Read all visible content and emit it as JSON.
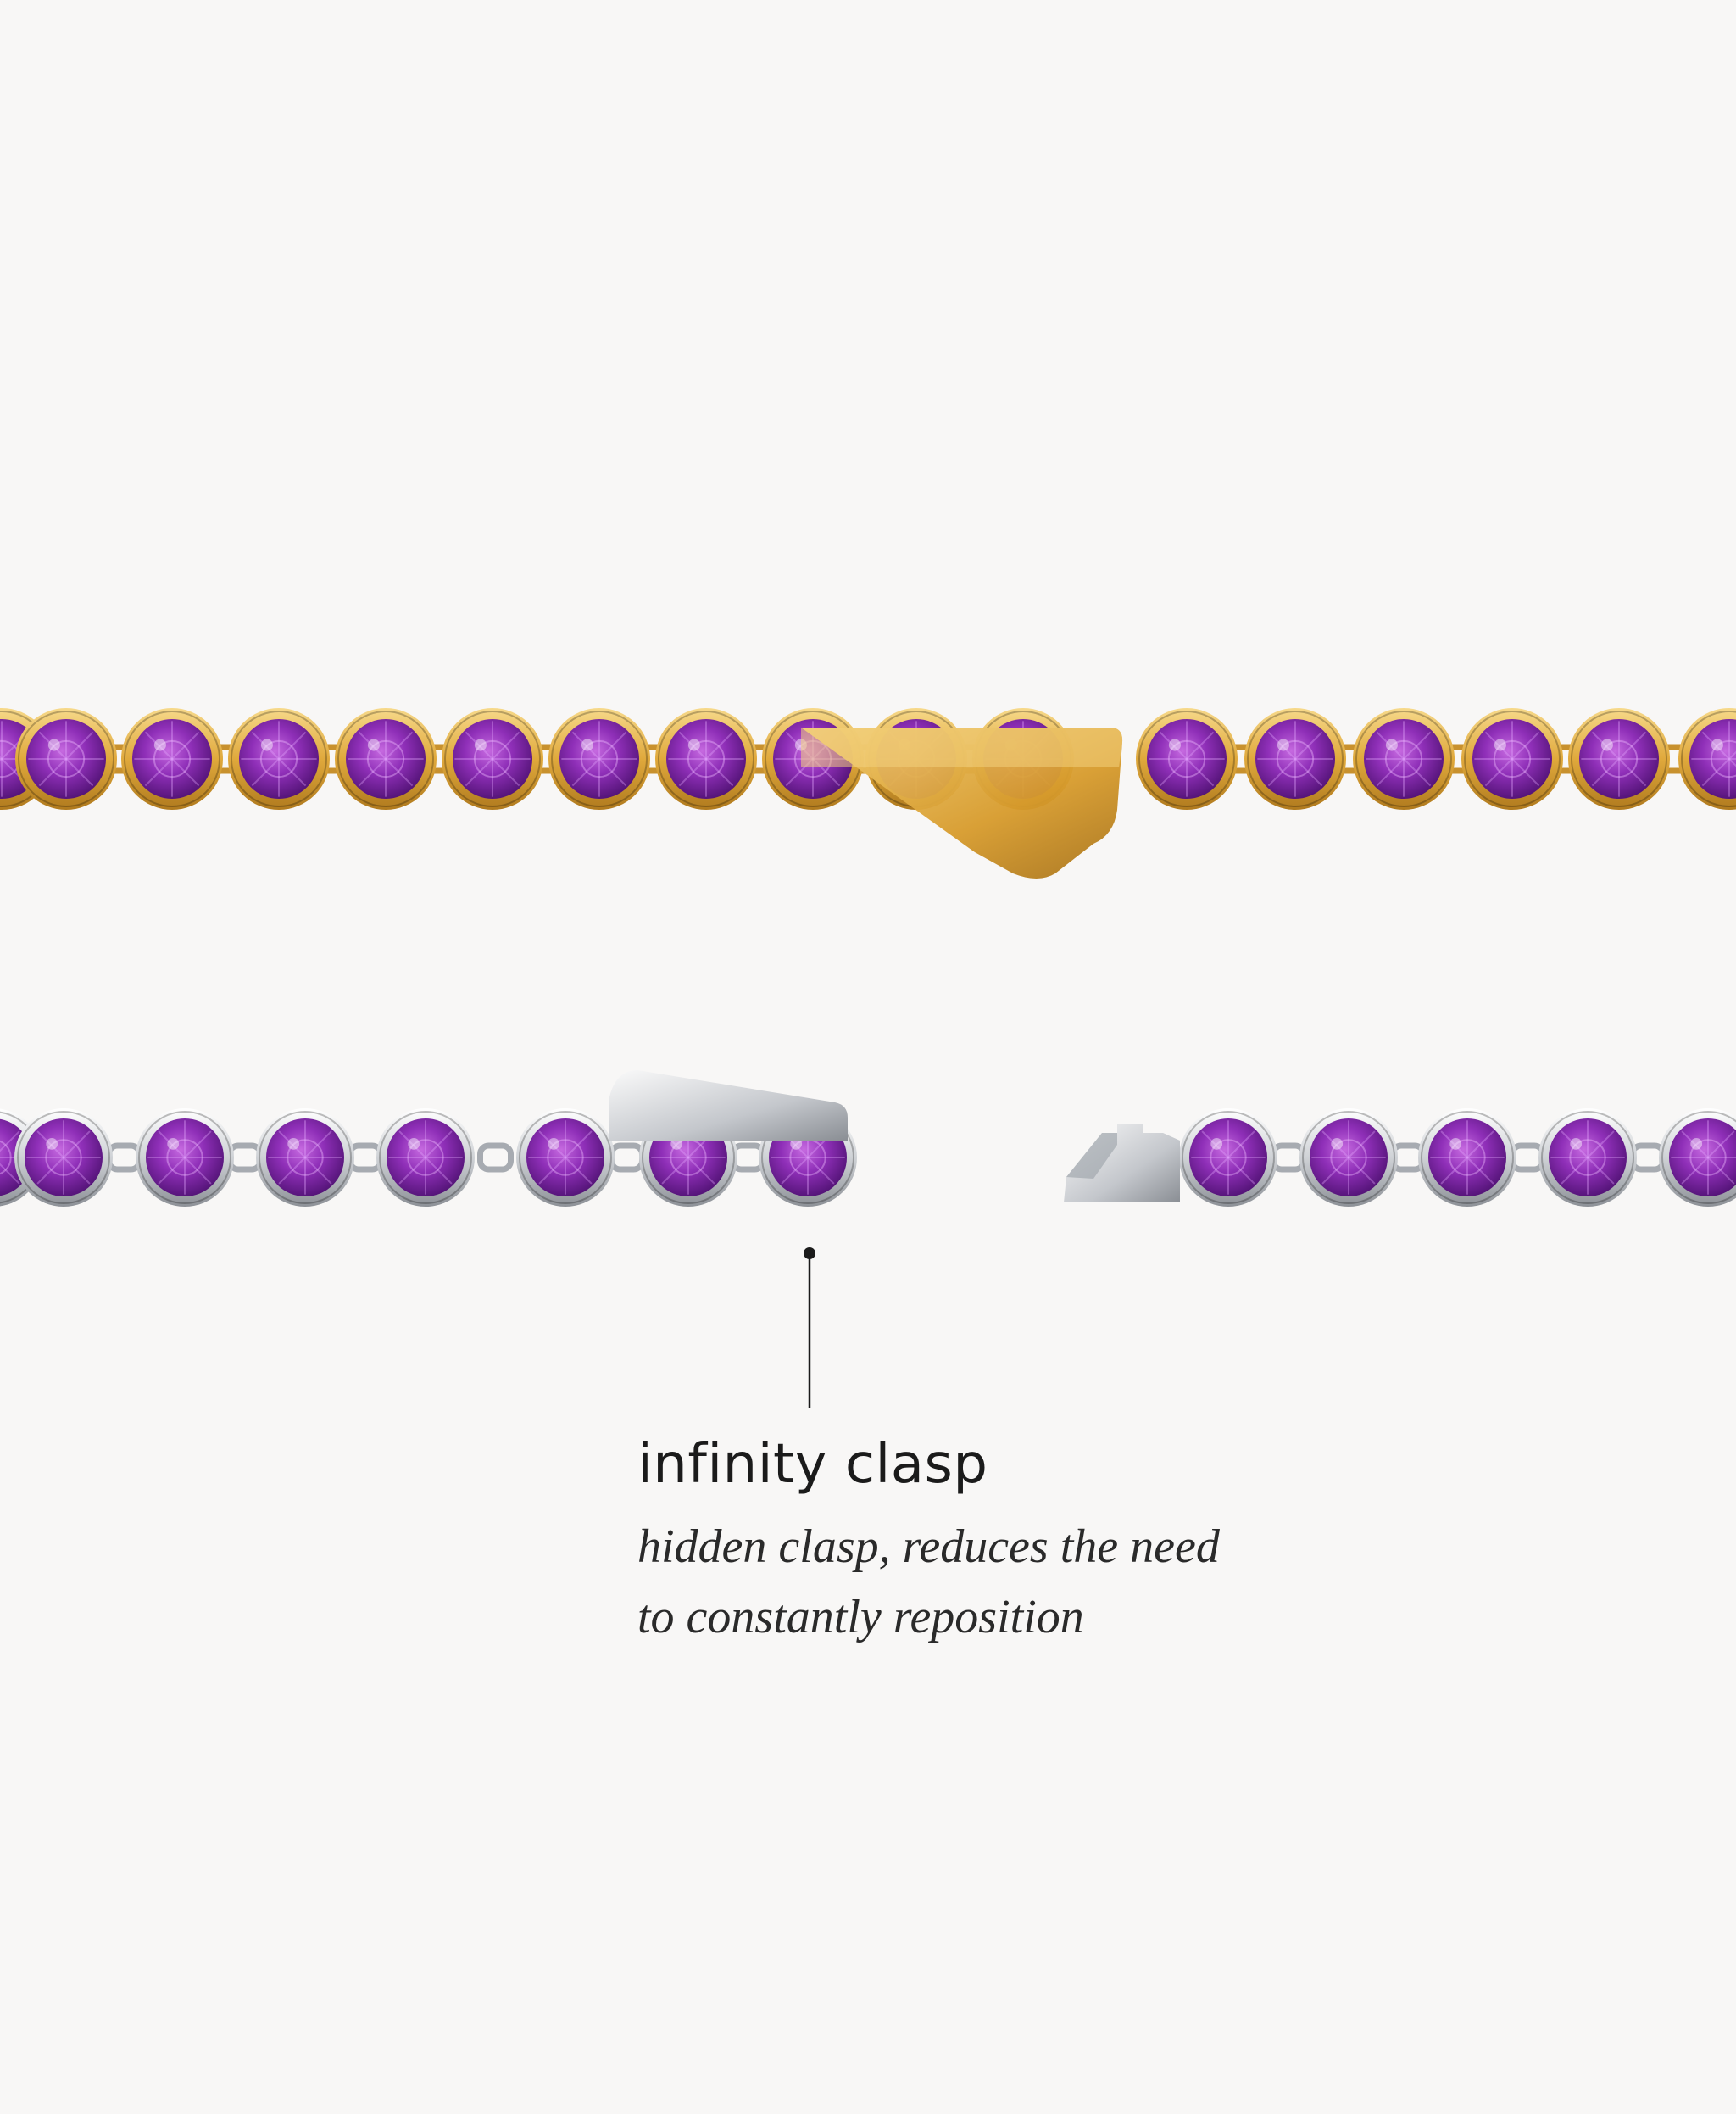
{
  "colors": {
    "background": "#f8f7f6",
    "gem": "#8a2fb4",
    "gold": "#e3b24a",
    "silver": "#cfd2d6",
    "caption": "#1b1b1b"
  },
  "callout": {
    "title": "infinity clasp",
    "description_line1": "hidden clasp, reduces the need",
    "description_line2": "to constantly reposition"
  }
}
